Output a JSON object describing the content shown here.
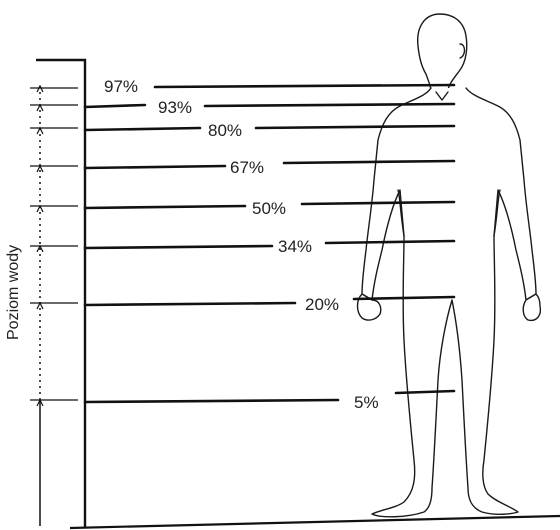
{
  "axis_label": "Poziom wody",
  "levels": [
    {
      "label": "97%"
    },
    {
      "label": "93%"
    },
    {
      "label": "80%"
    },
    {
      "label": "67%"
    },
    {
      "label": "50%"
    },
    {
      "label": "34%"
    },
    {
      "label": "20%"
    },
    {
      "label": "5%"
    }
  ]
}
